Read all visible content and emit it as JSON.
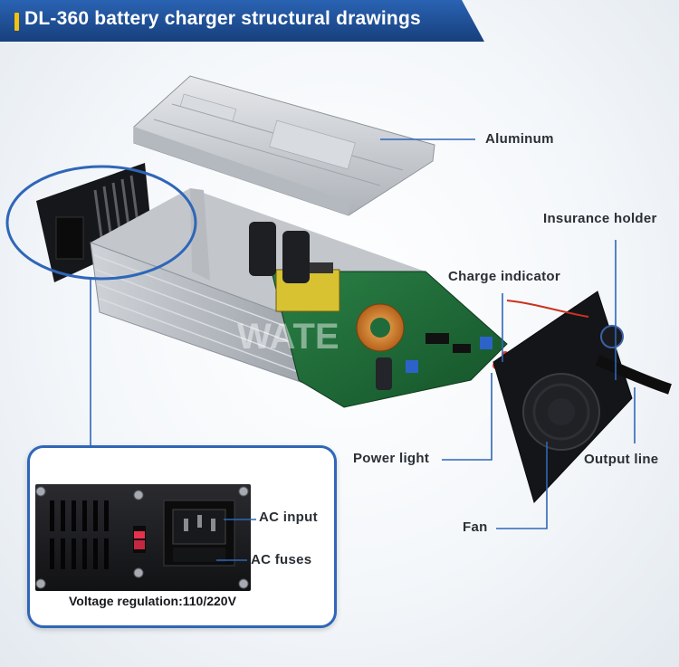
{
  "title": "DL-360 battery charger structural drawings",
  "colors": {
    "title_bar": "#1c4f96",
    "title_accent": "#f2c20c",
    "callout_line": "#2f66b8",
    "label_text": "#2a2f35",
    "aluminum": "#c9ccd0",
    "pcb": "#1f6b3a",
    "panel": "#1a1b1e"
  },
  "labels": {
    "aluminum": "Aluminum",
    "insurance_holder": "Insurance holder",
    "charge_indicator": "Charge indicator",
    "power_light": "Power light",
    "output_line": "Output line",
    "fan": "Fan",
    "ac_input": "AC input",
    "ac_fuses": "AC fuses",
    "voltage_regulation": "Voltage regulation:110/220V"
  },
  "watermark": "WATE",
  "icons": {
    "fan_grille": "fan-grille-icon",
    "ac_socket": "ac-socket-icon",
    "voltage_switch": "voltage-switch-icon",
    "screw": "screw-icon"
  }
}
